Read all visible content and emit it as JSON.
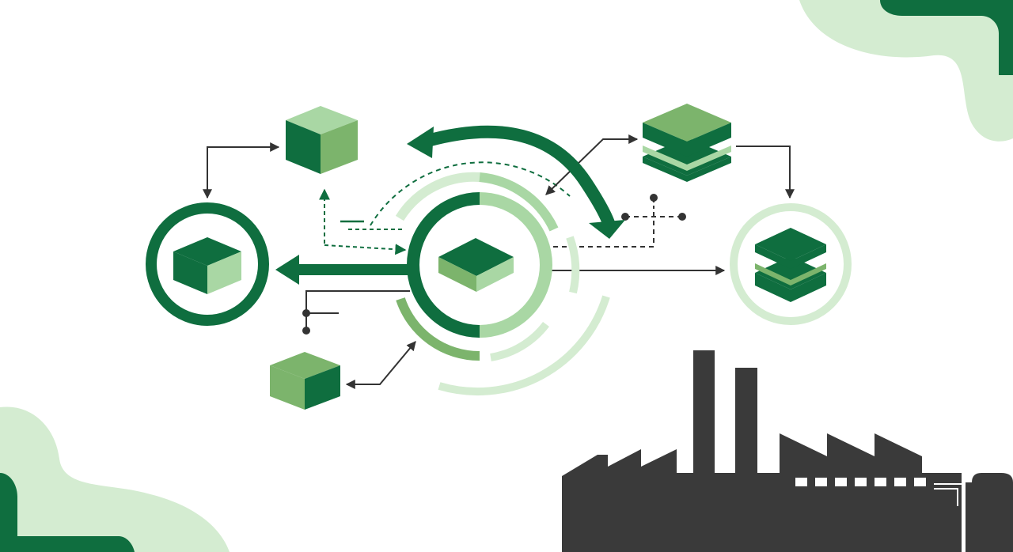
{
  "colors": {
    "dark_green": "#0f6e3f",
    "mid_green": "#7cb46c",
    "light_green": "#a9d7a4",
    "pale_green": "#d4ecd1",
    "charcoal": "#3a3a3a",
    "background": "#ffffff"
  },
  "nodes": [
    {
      "id": "hub",
      "icon": "flat-box-icon",
      "style": "ring-split"
    },
    {
      "id": "left",
      "icon": "cube-icon",
      "style": "ring-dark"
    },
    {
      "id": "right",
      "icon": "layered-stack-icon",
      "style": "ring-light"
    },
    {
      "id": "top-cube",
      "icon": "cube-icon",
      "style": "free"
    },
    {
      "id": "top-stack",
      "icon": "layered-stack-icon",
      "style": "free"
    },
    {
      "id": "bottom-cube",
      "icon": "cube-icon",
      "style": "free"
    }
  ],
  "flows": [
    {
      "from": "hub",
      "to": "left",
      "style": "thick-arrow"
    },
    {
      "from": "hub",
      "to": "right",
      "style": "thin-arrow"
    },
    {
      "from": "top-stack",
      "to": "hub",
      "style": "curved-arrow"
    },
    {
      "from": "top-stack",
      "to": "right",
      "style": "elbow-arrow"
    },
    {
      "from": "left",
      "to": "top-cube",
      "style": "elbow-arrow"
    },
    {
      "from": "hub",
      "to": "top-cube",
      "style": "dashed-arrow"
    },
    {
      "from": "hub",
      "to": "bottom-cube",
      "style": "double-arrow"
    }
  ],
  "decor": [
    "factory-silhouette",
    "corner-blob-top-right",
    "corner-blob-bottom-left"
  ]
}
